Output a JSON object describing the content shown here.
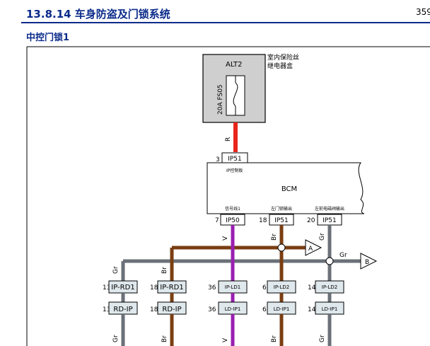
{
  "header": {
    "title": "13.8.14 车身防盗及门锁系统",
    "page_number": "359"
  },
  "section": {
    "title": "中控门锁1"
  },
  "fuse_box": {
    "label_line1": "室内保险丝",
    "label_line2": "继电器盒",
    "fuse_name": "ALT2",
    "fuse_rating": "20A FS05"
  },
  "bcm": {
    "name": "BCM",
    "top_pin": "3",
    "top_connector": "IP51",
    "top_pin_desc": "IP控制板",
    "pins": [
      {
        "num": "7",
        "connector": "IP50",
        "desc": "信号线1"
      },
      {
        "num": "18",
        "connector": "IP51",
        "desc": "左门锁输出"
      },
      {
        "num": "20",
        "connector": "IP51",
        "desc": "左前电磁阀输出"
      }
    ]
  },
  "wires": {
    "supply": "R",
    "w1": "V",
    "w2": "Br",
    "w3": "Gr",
    "bus_br": "Br",
    "bus_gr": "Gr"
  },
  "nodes": {
    "a": "A",
    "b": "B"
  },
  "connectors": [
    {
      "pin_top": "13",
      "top": "IP-RD1",
      "pin_bot": "13",
      "bot": "RD-IP",
      "wire": "Gr"
    },
    {
      "pin_top": "18",
      "top": "IP-RD1",
      "pin_bot": "18",
      "bot": "RD-IP",
      "wire": "Br"
    },
    {
      "pin_top": "36",
      "top": "IP-LD1",
      "pin_bot": "36",
      "bot": "LD-IP1",
      "wire": "V"
    },
    {
      "pin_top": "6",
      "top": "IP-LD2",
      "pin_bot": "6",
      "bot": "LD-IP1",
      "wire": "Br"
    },
    {
      "pin_top": "14",
      "top": "IP-LD2",
      "pin_bot": "14",
      "bot": "LD-IP1",
      "wire": "Gr"
    }
  ],
  "colors": {
    "red": "#e8261c",
    "purple": "#9a1fb0",
    "brown": "#7a3e12",
    "gray": "#6b7178",
    "title_blue": "#0a2a8a",
    "fuse_bg": "#cfcfcf"
  }
}
